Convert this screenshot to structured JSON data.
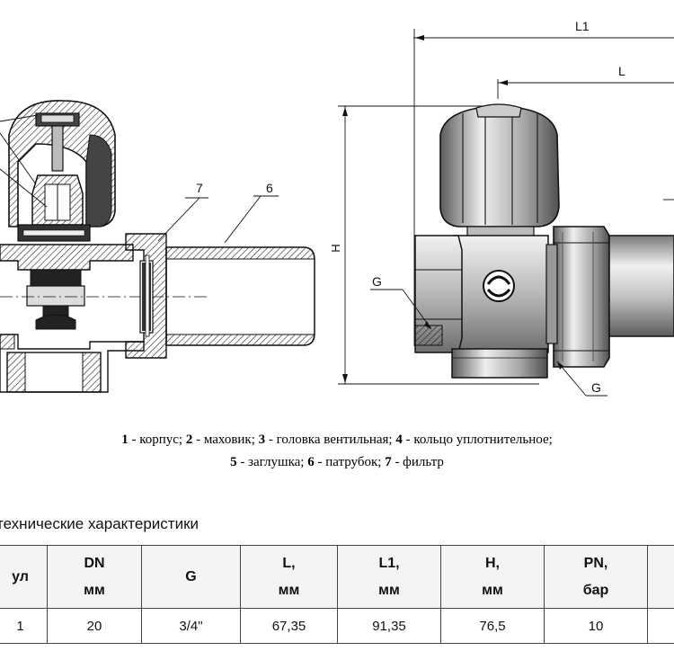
{
  "drawing": {
    "labels": {
      "L1": "L1",
      "L": "L",
      "H": "H",
      "G_top": "G",
      "G_bottom": "G",
      "callout_7": "7",
      "callout_6": "6"
    }
  },
  "legend": {
    "line1": [
      {
        "num": "1",
        "text": " - корпус; "
      },
      {
        "num": "2",
        "text": " - маховик; "
      },
      {
        "num": "3",
        "text": " - головка вентильная; "
      },
      {
        "num": "4",
        "text": " - кольцо уплотнительное;"
      }
    ],
    "line2": [
      {
        "num": "5",
        "text": " - заглушка; "
      },
      {
        "num": "6",
        "text": " - патрубок; "
      },
      {
        "num": "7",
        "text": " - фильтр"
      }
    ]
  },
  "spec": {
    "title": "технические характеристики",
    "headers": [
      {
        "line1": "ул",
        "line2": ""
      },
      {
        "line1": "DN",
        "line2": "мм"
      },
      {
        "line1": "G",
        "line2": ""
      },
      {
        "line1": "L,",
        "line2": "мм"
      },
      {
        "line1": "L1,",
        "line2": "мм"
      },
      {
        "line1": "H,",
        "line2": "мм"
      },
      {
        "line1": "PN,",
        "line2": "бар"
      },
      {
        "line1": "",
        "line2": ""
      }
    ],
    "rows": [
      [
        "1",
        "20",
        "3/4\"",
        "67,35",
        "91,35",
        "76,5",
        "10",
        ""
      ]
    ]
  }
}
